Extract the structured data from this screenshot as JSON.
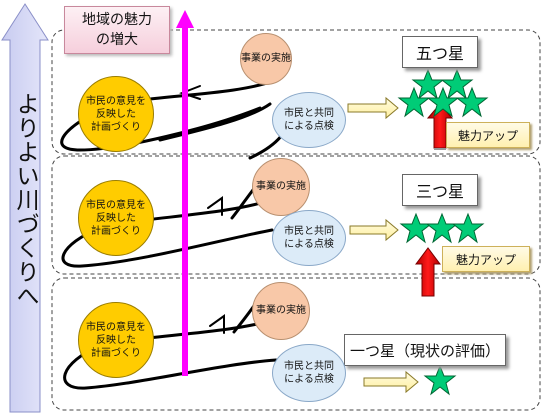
{
  "vertical_label": "よりよい川づくりへ",
  "top_label": "地域の魅力\nの増大",
  "levels": [
    {
      "grade": "五つ星",
      "appeal": "魅力アップ",
      "cycle": {
        "plan": "市民の意見を\n反映した\n計画づくり",
        "implement": "事業の実施",
        "check": "市民と共同\nによる点検"
      }
    },
    {
      "grade": "三つ星",
      "appeal": "魅力アップ",
      "cycle": {
        "plan": "市民の意見を\n反映した\n計画づくり",
        "implement": "事業の実施",
        "check": "市民と共同\nによる点検"
      }
    },
    {
      "grade": "一つ星（現状の評価）",
      "cycle": {
        "plan": "市民の意見を\n反映した\n計画づくり",
        "implement": "事業の実施",
        "check": "市民と共同\nによる点検"
      }
    }
  ],
  "colors": {
    "vertical_arrow": "#c9ccee",
    "magenta_arrow": "#ff00ff",
    "star": "#00cc77",
    "red_arrow": "#ee0000",
    "plan_circle": "#ffcc00",
    "implement_circle": "#f8c8a8",
    "check_circle": "#dcebf8"
  }
}
